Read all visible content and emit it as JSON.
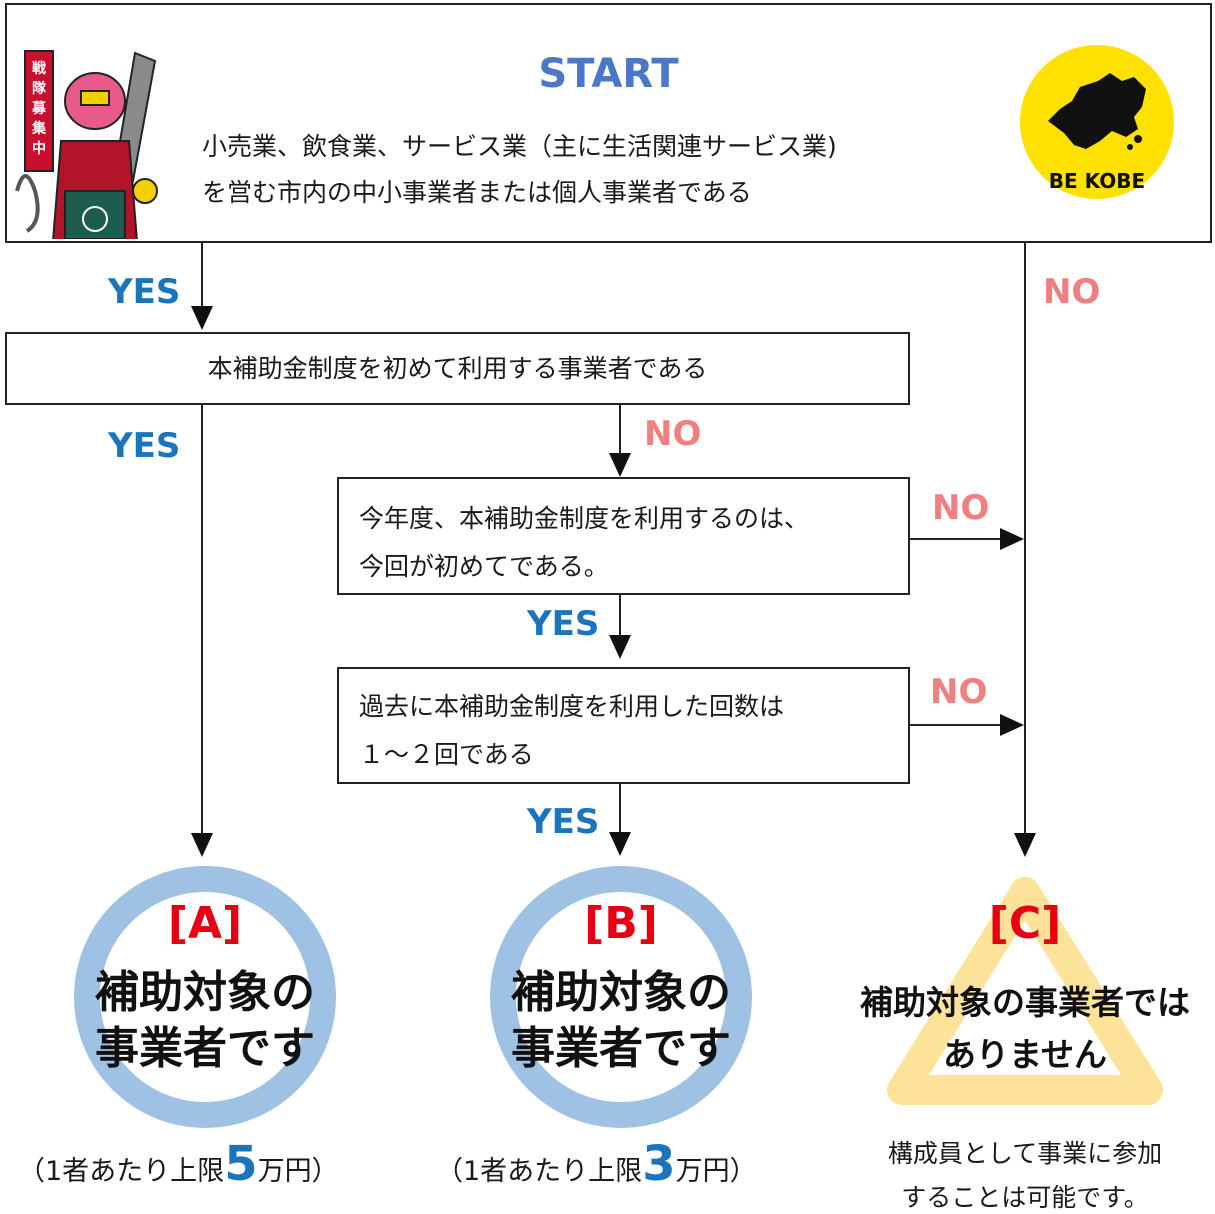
{
  "start": {
    "title": "START",
    "line1": "小売業、飲食業、サービス業（主に生活関連サービス業)",
    "line2": "を営む市内の中小事業者または個人事業者である",
    "logo_text": "BE KOBE",
    "mascot_sign": "戦隊募集中"
  },
  "labels": {
    "yes": "YES",
    "no": "NO"
  },
  "q1": {
    "text": "本補助金制度を初めて利用する事業者である"
  },
  "q2": {
    "line1": "今年度、本補助金制度を利用するのは、",
    "line2": "今回が初めてである。"
  },
  "q3": {
    "line1": "過去に本補助金制度を利用した回数は",
    "line2": "１～２回である"
  },
  "result_a": {
    "letter": "[A]",
    "line1": "補助対象の",
    "line2": "事業者です",
    "cap_pre": "（1者あたり上限",
    "cap_num": "5",
    "cap_post": "万円）"
  },
  "result_b": {
    "letter": "[B]",
    "line1": "補助対象の",
    "line2": "事業者です",
    "cap_pre": "（1者あたり上限",
    "cap_num": "3",
    "cap_post": "万円）"
  },
  "result_c": {
    "letter": "[C]",
    "line1": "補助対象の事業者では",
    "line2": "ありません",
    "note1": "構成員として事業に参加",
    "note2": "することは可能です。"
  },
  "colors": {
    "yes": "#1b75bc",
    "no": "#f08080",
    "letter": "#e60012",
    "ring": "#9fc2e4",
    "triangle": "#fde39a",
    "logo_bg": "#ffe100"
  }
}
